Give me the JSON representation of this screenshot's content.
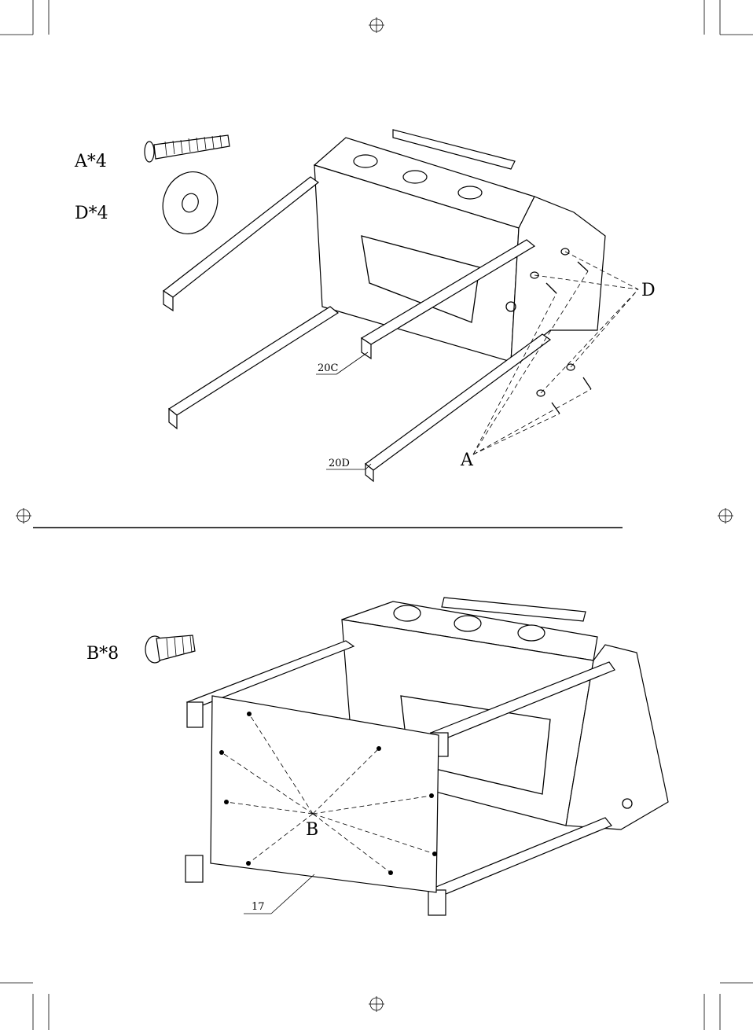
{
  "step1": {
    "parts": [
      {
        "label": "A*4",
        "icon": "bolt-icon"
      },
      {
        "label": "D*4",
        "icon": "washer-icon"
      }
    ],
    "callouts": {
      "a": "A",
      "d": "D",
      "left_rail": "20C",
      "right_rail": "20D"
    }
  },
  "step2": {
    "parts": [
      {
        "label": "B*8",
        "icon": "screw-icon"
      }
    ],
    "callouts": {
      "b": "B",
      "panel": "17"
    }
  }
}
